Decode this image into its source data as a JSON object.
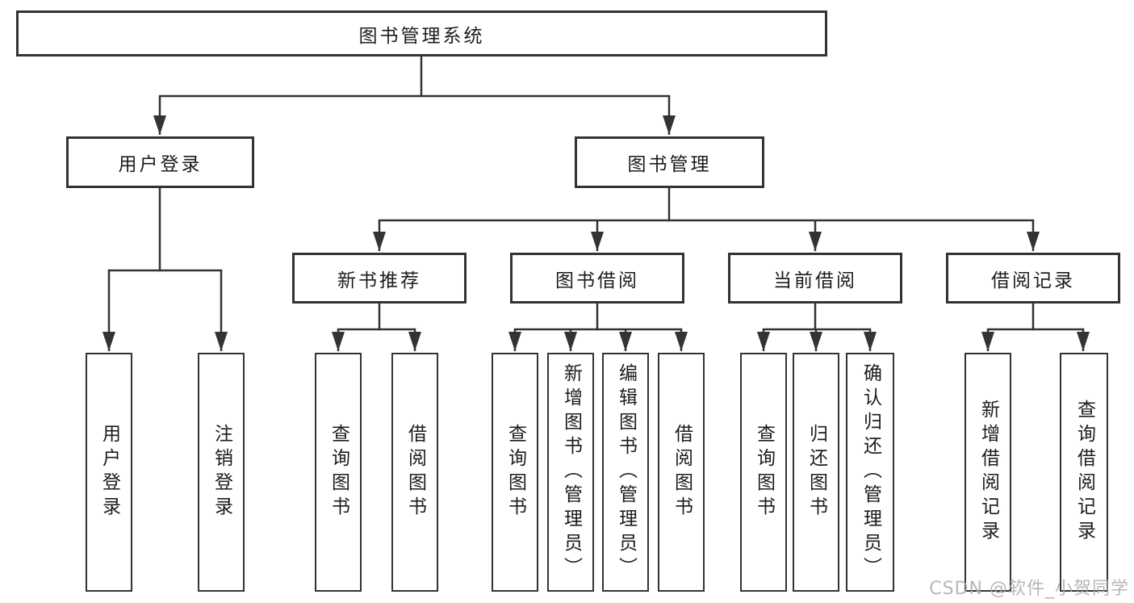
{
  "diagram": {
    "tree": {
      "root": {
        "label": "图书管理系统",
        "children": [
          {
            "label": "用户登录",
            "children": [
              {
                "label": "用户登录"
              },
              {
                "label": "注销登录"
              }
            ]
          },
          {
            "label": "图书管理",
            "children": [
              {
                "label": "新书推荐",
                "children": [
                  {
                    "label": "查询图书"
                  },
                  {
                    "label": "借阅图书"
                  }
                ]
              },
              {
                "label": "图书借阅",
                "children": [
                  {
                    "label": "查询图书"
                  },
                  {
                    "label": "新增图书（管理员）"
                  },
                  {
                    "label": "编辑图书（管理员）"
                  },
                  {
                    "label": "借阅图书"
                  }
                ]
              },
              {
                "label": "当前借阅",
                "children": [
                  {
                    "label": "查询图书"
                  },
                  {
                    "label": "归还图书"
                  },
                  {
                    "label": "确认归还（管理员）"
                  }
                ]
              },
              {
                "label": "借阅记录",
                "children": [
                  {
                    "label": "新增借阅记录"
                  },
                  {
                    "label": "查询借阅记录"
                  }
                ]
              }
            ]
          }
        ]
      }
    },
    "watermark": "CSDN @软件_小贺同学",
    "colors": {
      "line": "#333333",
      "node_border": "#333333",
      "text": "#1c1c1c",
      "watermark": "#ababab",
      "background": "#ffffff"
    }
  }
}
